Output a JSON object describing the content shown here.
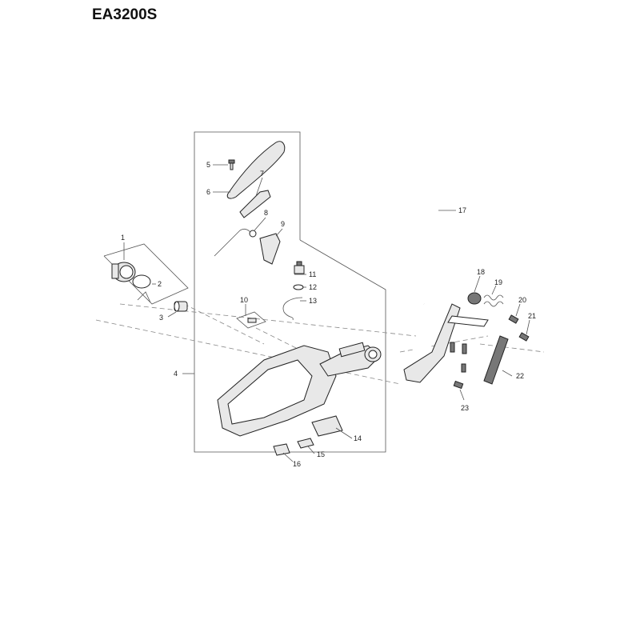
{
  "title": "EA3200S",
  "callouts": [
    {
      "num": "1"
    },
    {
      "num": "2"
    },
    {
      "num": "3"
    },
    {
      "num": "4"
    },
    {
      "num": "5"
    },
    {
      "num": "6"
    },
    {
      "num": "7"
    },
    {
      "num": "8"
    },
    {
      "num": "9"
    },
    {
      "num": "10"
    },
    {
      "num": "11"
    },
    {
      "num": "12"
    },
    {
      "num": "13"
    },
    {
      "num": "14"
    },
    {
      "num": "15"
    },
    {
      "num": "16"
    },
    {
      "num": "17"
    },
    {
      "num": "18"
    },
    {
      "num": "19"
    },
    {
      "num": "20"
    },
    {
      "num": "21"
    },
    {
      "num": "22"
    },
    {
      "num": "23"
    }
  ]
}
